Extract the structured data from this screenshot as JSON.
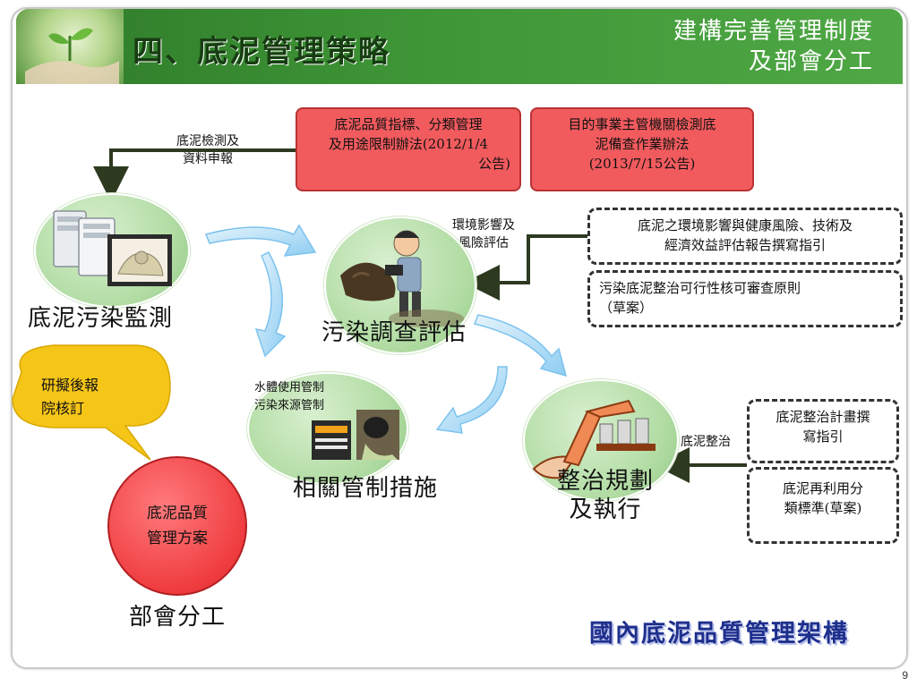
{
  "header": {
    "title": "四、底泥管理策略",
    "right_line1": "建構完善管理制度",
    "right_line2": "及部會分工"
  },
  "regulations": {
    "red1": {
      "line1": "底泥品質指標、分類管理",
      "line2": "及用途限制辦法(2012/1/4",
      "line3": "公告)"
    },
    "red2": {
      "line1": "目的事業主管機關檢測底",
      "line2": "泥備查作業辦法",
      "line3": "(2013/7/15公告)"
    },
    "dash1": {
      "line1": "底泥之環境影響與健康風險、技術及",
      "line2": "經濟效益評估報告撰寫指引"
    },
    "dash2": {
      "line1": "污染底泥整治可行性核可審查原則",
      "line2": "（草案）"
    },
    "dash3": {
      "line1": "底泥整治計畫撰",
      "line2": "寫指引"
    },
    "dash4": {
      "line1": "底泥再利用分",
      "line2": "類標準(草案)"
    }
  },
  "flow_labels": {
    "report": {
      "line1": "底泥檢測及",
      "line2": "資料申報"
    },
    "risk": {
      "line1": "環境影響及",
      "line2": "風險評估"
    },
    "remediation": "底泥整治"
  },
  "stages": {
    "monitoring": "底泥污染監測",
    "investigation": "污染調查評估",
    "control": "相關管制措施",
    "control_note1": "水體使用管制",
    "control_note2": "污染來源管制",
    "planning_line1": "整治規劃",
    "planning_line2": "及執行"
  },
  "bubble": {
    "line1": "研擬後報",
    "line2": "院核訂"
  },
  "plan_circle": {
    "line1": "底泥品質",
    "line2": "管理方案"
  },
  "division_label": "部會分工",
  "footer_title": "國內底泥品質管理架構",
  "page_number": "9",
  "colors": {
    "header_green": "#3e9536",
    "red_fill": "#f25b5e",
    "circle_green": "#b1dca3",
    "bubble_yellow": "#f5c518",
    "arrow_blue": "#7cc3ee",
    "footer_blue": "#1e2f8c"
  }
}
